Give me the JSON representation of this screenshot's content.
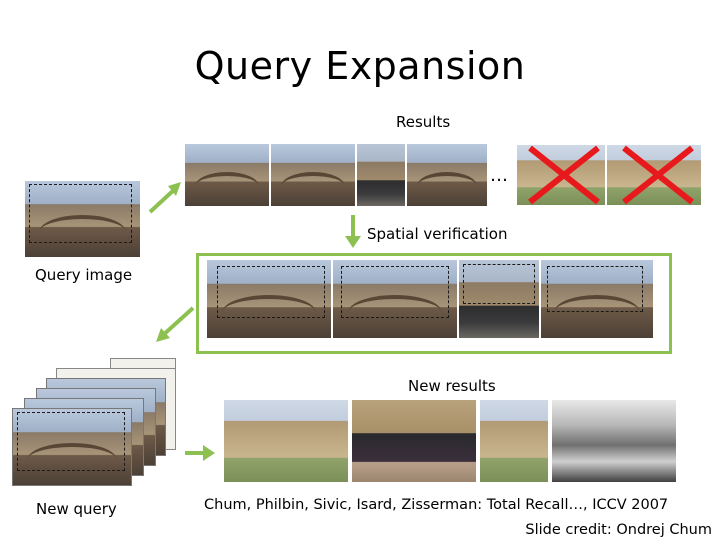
{
  "slide": {
    "title": "Query Expansion",
    "labels": {
      "results": "Results",
      "ellipsis": "…",
      "spatial_verification": "Spatial verification",
      "query_image": "Query image",
      "new_results": "New results",
      "new_query": "New query"
    },
    "citation": "Chum, Philbin, Sivic, Isard, Zisserman: Total Recall…, ICCV 2007",
    "credit": "Slide credit: Ondrej Chum"
  },
  "colors": {
    "arrow_green": "#8cc152",
    "reject_red": "#e8191c",
    "verified_frame": "#8cc152",
    "dashed_box": "#1a1a1a"
  },
  "icons": [
    "arrow-icon",
    "reject-cross-icon"
  ]
}
